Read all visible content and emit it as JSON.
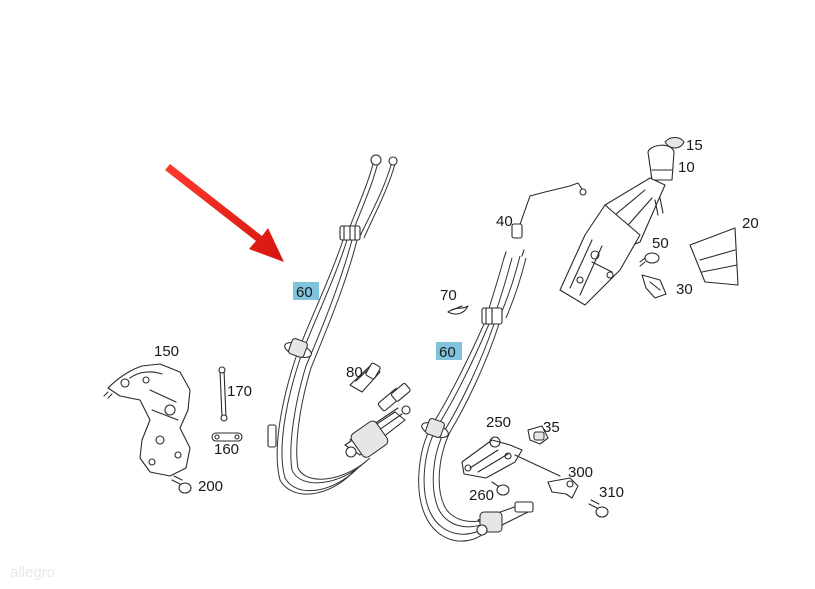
{
  "diagram": {
    "labels": {
      "l15": "15",
      "l10": "10",
      "l20": "20",
      "l40": "40",
      "l50": "50",
      "l30": "30",
      "l60a": "60",
      "l60b": "60",
      "l70": "70",
      "l80": "80",
      "l150": "150",
      "l170": "170",
      "l160": "160",
      "l200": "200",
      "l250": "250",
      "l35": "35",
      "l300": "300",
      "l260": "260",
      "l310": "310"
    },
    "watermark": "allegro",
    "colors": {
      "arrow": "#e8201e",
      "highlight": "#7fc4dc"
    }
  }
}
